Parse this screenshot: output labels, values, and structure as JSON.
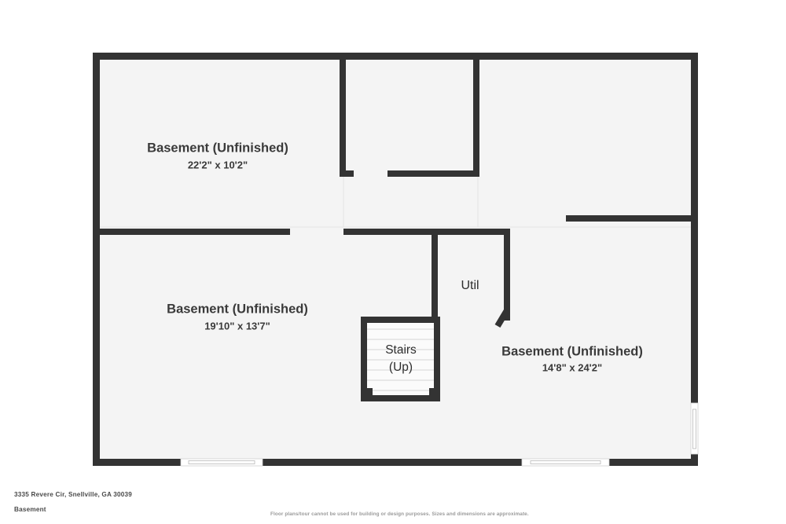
{
  "plan": {
    "address": "3335 Revere Cir, Snellville, GA 30039",
    "level": "Basement",
    "disclaimer": "Floor plans/tour cannot be used for building or design purposes. Sizes and dimensions are approximate.",
    "colors": {
      "wall": "#333333",
      "floor_fill": "#f4f4f4",
      "background": "#ffffff",
      "text": "#3a3a3a",
      "window": "#ffffff",
      "stair_line": "#dcdcdc",
      "disclaimer_text": "#9a9a9a"
    },
    "rooms": [
      {
        "id": "basement-upper-left",
        "name": "Basement (Unfinished)",
        "dimensions": "22'2\" x 10'2\""
      },
      {
        "id": "basement-lower-left",
        "name": "Basement (Unfinished)",
        "dimensions": "19'10\" x 13'7\""
      },
      {
        "id": "basement-right",
        "name": "Basement (Unfinished)",
        "dimensions": "14'8\" x 24'2\""
      },
      {
        "id": "utility",
        "name": "Util",
        "dimensions": ""
      }
    ],
    "stairs": {
      "label_line1": "Stairs",
      "label_line2": "(Up)",
      "step_count": 7
    },
    "features": {
      "window_count": 3,
      "door_count": 1
    }
  }
}
